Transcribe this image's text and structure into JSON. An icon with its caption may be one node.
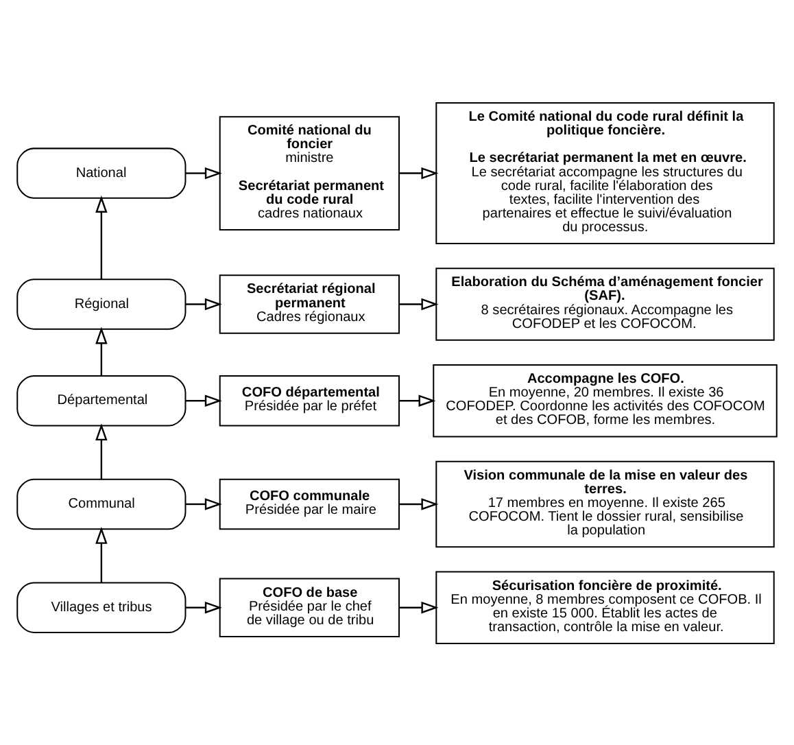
{
  "diagram": {
    "nodes": [
      {
        "text": [
          "National"
        ]
      },
      {
        "text": [
          "Comité national du foncier",
          "ministre",
          "Secrétariat permanent du code rural",
          "cadres nationaux"
        ]
      },
      {
        "text": [
          "Le Comité national du code rural définit la politique foncière.",
          "Le secrétariat permanent la met en œuvre.",
          "Le secrétariat accompagne les structures du code rural, facilite l'élaboration des textes, facilite l'intervention des partenaires et effectue le suivi/évaluation du processus."
        ]
      },
      {
        "text": [
          "Régional"
        ]
      },
      {
        "text": [
          "Secrétariat régional permanent",
          "Cadres régionaux"
        ]
      },
      {
        "text": [
          "Elaboration du Schéma d’aménagement foncier (SAF).",
          "8 secrétaires régionaux. Accompagne les COFODEP et les COFOCOM."
        ]
      },
      {
        "text": [
          "Départemental"
        ]
      },
      {
        "text": [
          "COFO départemental",
          "Présidée par le préfet"
        ]
      },
      {
        "text": [
          "Accompagne les COFO.",
          "En moyenne, 20 membres. Il existe 36 COFODEP. Coordonne les activités des COFOCOM et des COFOB, forme les membres."
        ]
      },
      {
        "text": [
          "Communal"
        ]
      },
      {
        "text": [
          "COFO communale",
          "Présidée par le maire"
        ]
      },
      {
        "text": [
          "Vision communale de la mise en valeur des terres.",
          "17 membres en moyenne. Il existe 265 COFOCOM. Tient le dossier rural, sensibilise la population"
        ]
      },
      {
        "text": [
          "Villages et tribus"
        ]
      },
      {
        "text": [
          "COFO de base",
          "Présidée par le chef de village ou de tribu"
        ]
      },
      {
        "text": [
          "Sécurisation foncière de proximité.",
          "En moyenne, 8 membres composent ce COFOB. Il en existe 15 000. Établit les actes de transaction, contrôle la mise en valeur."
        ]
      }
    ],
    "edges": [
      {
        "from": 0,
        "to": 1,
        "arrow": "to"
      },
      {
        "from": 1,
        "to": 2,
        "arrow": "to"
      },
      {
        "from": 3,
        "to": 0,
        "arrow": "to"
      },
      {
        "from": 3,
        "to": 4,
        "arrow": "to"
      },
      {
        "from": 4,
        "to": 5,
        "arrow": "to"
      },
      {
        "from": 6,
        "to": 3,
        "arrow": "to"
      },
      {
        "from": 6,
        "to": 7,
        "arrow": "to"
      },
      {
        "from": 7,
        "to": 8,
        "arrow": "to"
      },
      {
        "from": 9,
        "to": 6,
        "arrow": "to"
      },
      {
        "from": 9,
        "to": 10,
        "arrow": "to"
      },
      {
        "from": 10,
        "to": 11,
        "arrow": "to"
      },
      {
        "from": 12,
        "to": 9,
        "arrow": "to"
      },
      {
        "from": 12,
        "to": 13,
        "arrow": "to"
      },
      {
        "from": 13,
        "to": 14,
        "arrow": "to"
      }
    ]
  }
}
